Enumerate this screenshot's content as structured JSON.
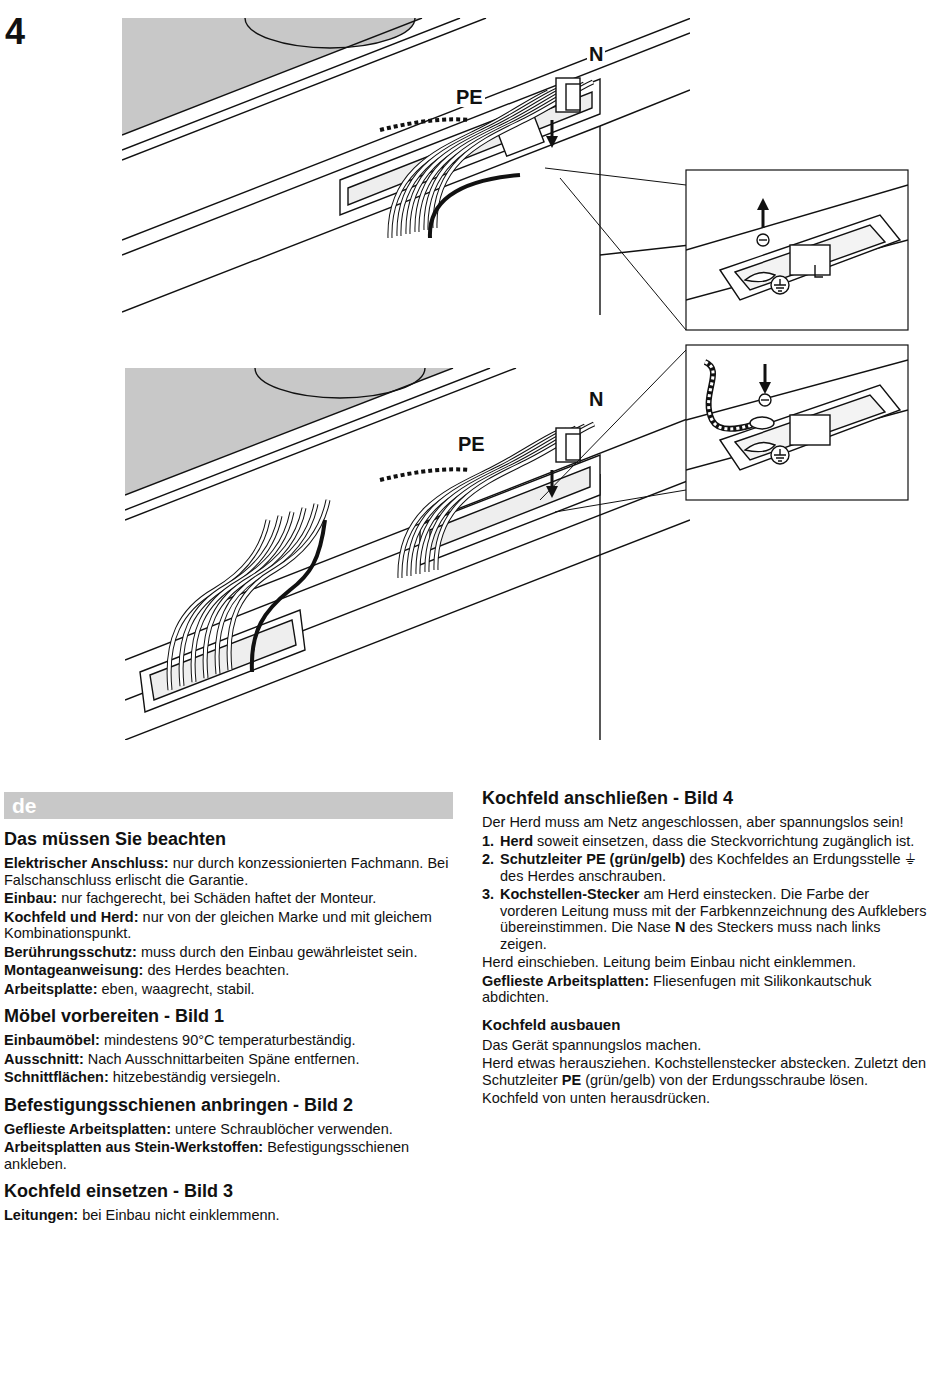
{
  "diagram": {
    "nodes": [
      {
        "text": [
          "de"
        ]
      }
    ],
    "labels": [
      "4",
      "N",
      "PE",
      "N",
      "PE",
      "Das müssen Sie beachten",
      "Elektrischer Anschluss:",
      "nur durch konzessionierten Fachmann. Bei Falschanschluss erlischt die Garantie.",
      "Einbau:",
      "nur fachgerecht, bei Schäden haftet der Monteur.",
      "Kochfeld und Herd:",
      "nur von der gleichen Marke und mit gleichem Kombinationspunkt.",
      "Berührungsschutz:",
      "muss durch den Einbau gewährleistet sein.",
      "Montageanweisung:",
      "des Herdes beachten.",
      "Arbeitsplatte:",
      "eben, waagrecht, stabil.",
      "Möbel vorbereiten - Bild 1",
      "Einbaumöbel:",
      "mindestens 90°C temperaturbeständig.",
      "Ausschnitt:",
      "Nach Ausschnittarbeiten Späne entfernen.",
      "Schnittflächen:",
      "hitzebeständig versiegeln.",
      "Befestigungsschienen anbringen - Bild 2",
      "Geflieste Arbeitsplatten:",
      "untere Schraublöcher verwenden.",
      "Arbeitsplatten aus Stein-Werkstoffen:",
      "Befestigungsschienen ankleben.",
      "Kochfeld einsetzen - Bild 3",
      "Leitungen:",
      "bei Einbau nicht einklemmenn.",
      "Kochfeld anschließen - Bild 4",
      "Der Herd muss am Netz angeschlossen, aber spannungslos sein!",
      "1.",
      "Herd",
      "soweit einsetzen, dass die Steckvorrichtung zugänglich ist.",
      "2.",
      "Schutzleiter PE (grün/gelb)",
      "des Kochfeldes an Erdungsstelle ⏚ des Herdes anschrauben.",
      "3.",
      "Kochstellen-Stecker",
      "am Herd einstecken. Die Farbe der vorderen Leitung muss mit der Farbkennzeichnung des Aufklebers übereinstimmen. Die Nase",
      "N",
      "des Steckers muss nach links zeigen.",
      "Herd einschieben. Leitung beim Einbau nicht einklemmen.",
      "Geflieste Arbeitsplatten:",
      "Fliesenfugen mit Silikonkautschuk abdichten.",
      "Kochfeld ausbauen",
      "Das Gerät spannungslos machen.",
      "Herd etwas herausziehen. Kochstellenstecker abstecken. Zuletzt den Schutzleiter",
      "PE",
      "(grün/gelb) von der Erdungsschraube lösen.",
      "Kochfeld von unten herausdrücken."
    ]
  }
}
